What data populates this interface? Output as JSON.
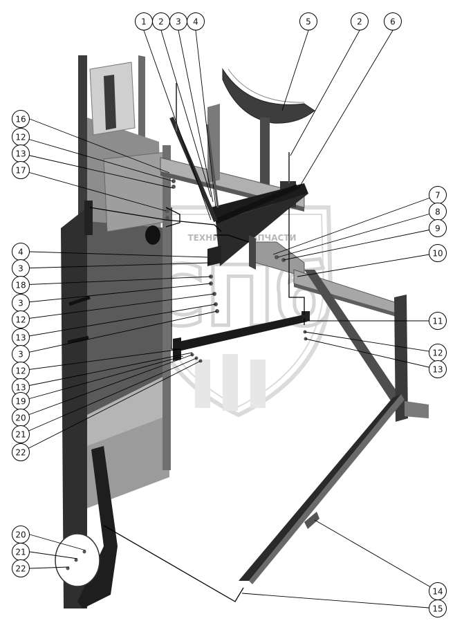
{
  "watermark": {
    "text": "ТЕХНИКА И ЗАПЧАСТИ",
    "logo_letters": "СПб"
  },
  "callouts": [
    {
      "id": "c-1",
      "label": "1"
    },
    {
      "id": "c-2a",
      "label": "2"
    },
    {
      "id": "c-3a",
      "label": "3"
    },
    {
      "id": "c-4a",
      "label": "4"
    },
    {
      "id": "c-5",
      "label": "5"
    },
    {
      "id": "c-2b",
      "label": "2"
    },
    {
      "id": "c-6",
      "label": "6"
    },
    {
      "id": "c-16",
      "label": "16"
    },
    {
      "id": "c-12a",
      "label": "12"
    },
    {
      "id": "c-13a",
      "label": "13"
    },
    {
      "id": "c-17",
      "label": "17"
    },
    {
      "id": "c-4b",
      "label": "4"
    },
    {
      "id": "c-3b",
      "label": "3"
    },
    {
      "id": "c-18",
      "label": "18"
    },
    {
      "id": "c-3c",
      "label": "3"
    },
    {
      "id": "c-12b",
      "label": "12"
    },
    {
      "id": "c-13b",
      "label": "13"
    },
    {
      "id": "c-3d",
      "label": "3"
    },
    {
      "id": "c-12c",
      "label": "12"
    },
    {
      "id": "c-13c",
      "label": "13"
    },
    {
      "id": "c-19",
      "label": "19"
    },
    {
      "id": "c-20a",
      "label": "20"
    },
    {
      "id": "c-21a",
      "label": "21"
    },
    {
      "id": "c-22a",
      "label": "22"
    },
    {
      "id": "c-7",
      "label": "7"
    },
    {
      "id": "c-8",
      "label": "8"
    },
    {
      "id": "c-9",
      "label": "9"
    },
    {
      "id": "c-10",
      "label": "10"
    },
    {
      "id": "c-11",
      "label": "11"
    },
    {
      "id": "c-12d",
      "label": "12"
    },
    {
      "id": "c-13d",
      "label": "13"
    },
    {
      "id": "c-20b",
      "label": "20"
    },
    {
      "id": "c-21b",
      "label": "21"
    },
    {
      "id": "c-22b",
      "label": "22"
    },
    {
      "id": "c-14",
      "label": "14"
    },
    {
      "id": "c-15",
      "label": "15"
    }
  ]
}
